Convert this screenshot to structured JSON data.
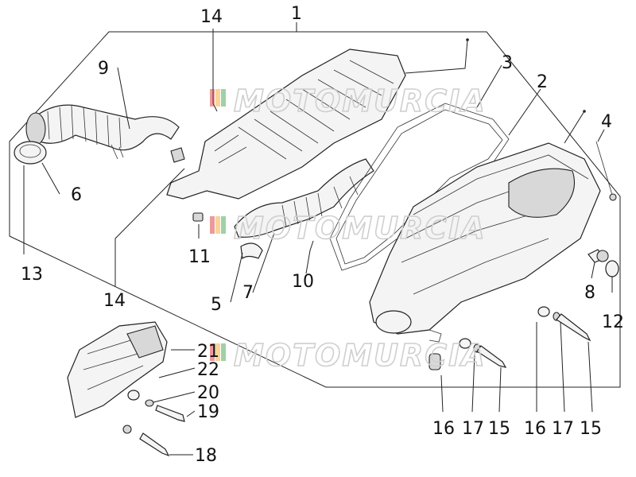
{
  "watermark": {
    "text": "MOTOMURCIA",
    "colors": [
      "#d82020",
      "#f0a020",
      "#2a9a3a"
    ]
  },
  "callouts": {
    "c1": "1",
    "c2": "2",
    "c3": "3",
    "c4": "4",
    "c5": "5",
    "c6": "6",
    "c7": "7",
    "c8": "8",
    "c9": "9",
    "c10": "10",
    "c11": "11",
    "c12": "12",
    "c13": "13",
    "c14a": "14",
    "c14b": "14",
    "c15a": "15",
    "c15b": "15",
    "c16a": "16",
    "c16b": "16",
    "c17a": "17",
    "c17b": "17",
    "c18": "18",
    "c19": "19",
    "c20": "20",
    "c21": "21",
    "c22": "22"
  }
}
